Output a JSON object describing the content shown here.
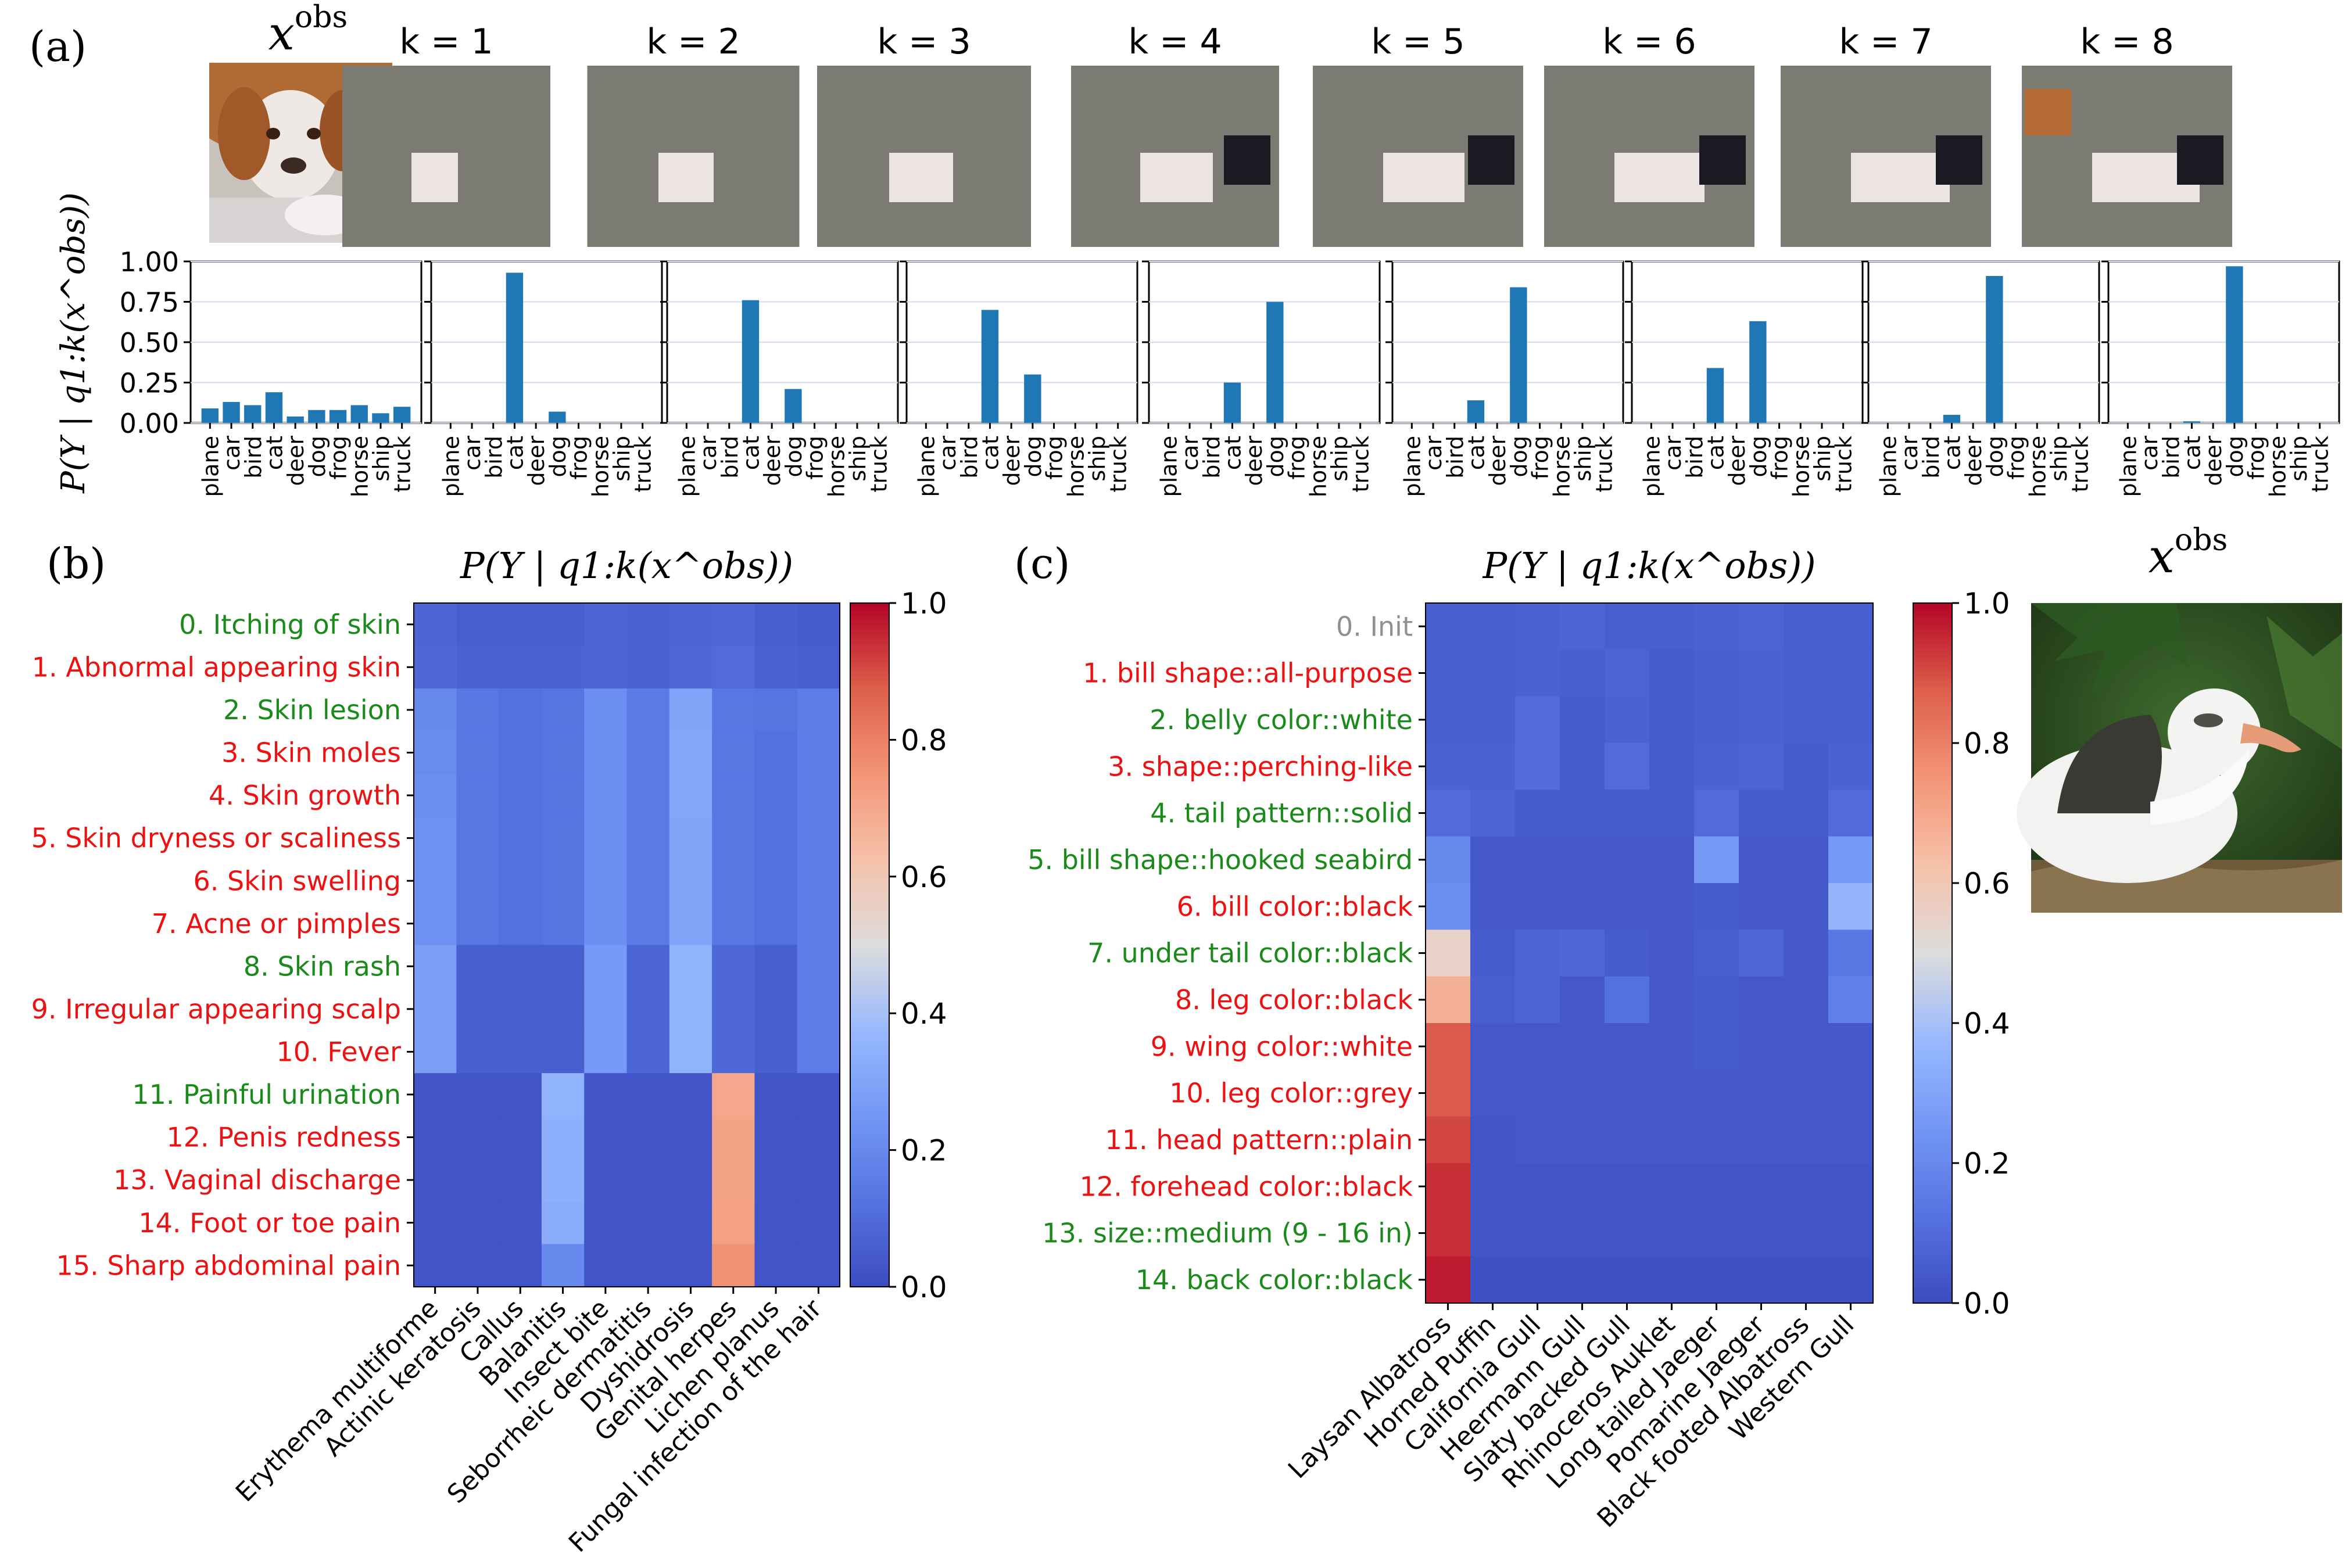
{
  "panels": {
    "a": {
      "label": "(a)"
    },
    "b": {
      "label": "(b)"
    },
    "c": {
      "label": "(c)"
    }
  },
  "colors": {
    "bar": "#1f77b4",
    "green": "#1a8a1a",
    "red": "#ee1111",
    "grey": "#909090",
    "mask": "#7b7a73"
  },
  "chart_data": [
    {
      "type": "bar",
      "panel": "a",
      "ylabel": "P(Y | q1:k(x^obs))",
      "ylim": [
        0,
        1
      ],
      "yticks": [
        "0.00",
        "0.25",
        "0.50",
        "0.75",
        "1.00"
      ],
      "categories": [
        "plane",
        "car",
        "bird",
        "cat",
        "deer",
        "dog",
        "frog",
        "horse",
        "ship",
        "truck"
      ],
      "series": [
        {
          "name": "x^obs",
          "values": [
            0.09,
            0.13,
            0.11,
            0.19,
            0.04,
            0.08,
            0.08,
            0.11,
            0.06,
            0.1
          ]
        },
        {
          "name": "k = 1",
          "values": [
            0.0,
            0.0,
            0.0,
            0.93,
            0.0,
            0.07,
            0.0,
            0.0,
            0.0,
            0.0
          ]
        },
        {
          "name": "k = 2",
          "values": [
            0.0,
            0.0,
            0.0,
            0.76,
            0.0,
            0.21,
            0.0,
            0.0,
            0.0,
            0.0
          ]
        },
        {
          "name": "k = 3",
          "values": [
            0.0,
            0.0,
            0.0,
            0.7,
            0.0,
            0.3,
            0.0,
            0.0,
            0.0,
            0.0
          ]
        },
        {
          "name": "k = 4",
          "values": [
            0.0,
            0.0,
            0.0,
            0.25,
            0.0,
            0.75,
            0.0,
            0.0,
            0.0,
            0.0
          ]
        },
        {
          "name": "k = 5",
          "values": [
            0.0,
            0.0,
            0.0,
            0.14,
            0.0,
            0.84,
            0.0,
            0.0,
            0.0,
            0.0
          ]
        },
        {
          "name": "k = 6",
          "values": [
            0.0,
            0.0,
            0.0,
            0.34,
            0.0,
            0.63,
            0.0,
            0.0,
            0.0,
            0.0
          ]
        },
        {
          "name": "k = 7",
          "values": [
            0.0,
            0.0,
            0.0,
            0.05,
            0.0,
            0.91,
            0.0,
            0.0,
            0.0,
            0.0
          ]
        },
        {
          "name": "k = 8",
          "values": [
            0.0,
            0.0,
            0.0,
            0.01,
            0.0,
            0.97,
            0.0,
            0.0,
            0.0,
            0.0
          ]
        }
      ]
    },
    {
      "type": "heatmap",
      "panel": "b",
      "title": "P(Y | q1:k(x^obs))",
      "colorbar_ticks": [
        "0.0",
        "0.2",
        "0.4",
        "0.6",
        "0.8",
        "1.0"
      ],
      "vmin": 0,
      "vmax": 1,
      "rows": [
        {
          "label": "0. Itching of skin",
          "color": "green"
        },
        {
          "label": "1. Abnormal appearing skin",
          "color": "red"
        },
        {
          "label": "2. Skin lesion",
          "color": "green"
        },
        {
          "label": "3. Skin moles",
          "color": "red"
        },
        {
          "label": "4. Skin growth",
          "color": "red"
        },
        {
          "label": "5. Skin dryness or scaliness",
          "color": "red"
        },
        {
          "label": "6. Skin swelling",
          "color": "red"
        },
        {
          "label": "7. Acne or pimples",
          "color": "red"
        },
        {
          "label": "8. Skin rash",
          "color": "green"
        },
        {
          "label": "9. Irregular appearing scalp",
          "color": "red"
        },
        {
          "label": "10. Fever",
          "color": "red"
        },
        {
          "label": "11. Painful urination",
          "color": "green"
        },
        {
          "label": "12. Penis redness",
          "color": "red"
        },
        {
          "label": "13. Vaginal discharge",
          "color": "red"
        },
        {
          "label": "14. Foot or toe pain",
          "color": "red"
        },
        {
          "label": "15. Sharp abdominal pain",
          "color": "red"
        }
      ],
      "columns": [
        "Erythema multiforme",
        "Actinic keratosis",
        "Callus",
        "Balanitis",
        "Insect bite",
        "Seborrheic dermatitis",
        "Dyshidrosis",
        "Genital herpes",
        "Lichen planus",
        "Fungal infection of the hair"
      ],
      "values": [
        [
          0.08,
          0.06,
          0.06,
          0.06,
          0.08,
          0.07,
          0.08,
          0.09,
          0.06,
          0.05
        ],
        [
          0.09,
          0.07,
          0.07,
          0.07,
          0.08,
          0.07,
          0.09,
          0.1,
          0.07,
          0.06
        ],
        [
          0.2,
          0.14,
          0.12,
          0.13,
          0.22,
          0.15,
          0.3,
          0.14,
          0.13,
          0.16
        ],
        [
          0.21,
          0.14,
          0.12,
          0.13,
          0.22,
          0.15,
          0.31,
          0.14,
          0.12,
          0.16
        ],
        [
          0.22,
          0.14,
          0.12,
          0.13,
          0.22,
          0.15,
          0.31,
          0.14,
          0.12,
          0.16
        ],
        [
          0.23,
          0.14,
          0.12,
          0.13,
          0.22,
          0.15,
          0.3,
          0.14,
          0.12,
          0.16
        ],
        [
          0.23,
          0.14,
          0.12,
          0.13,
          0.22,
          0.15,
          0.3,
          0.14,
          0.12,
          0.16
        ],
        [
          0.23,
          0.14,
          0.12,
          0.13,
          0.22,
          0.15,
          0.3,
          0.14,
          0.12,
          0.16
        ],
        [
          0.28,
          0.06,
          0.06,
          0.06,
          0.26,
          0.08,
          0.35,
          0.09,
          0.06,
          0.16
        ],
        [
          0.28,
          0.06,
          0.06,
          0.06,
          0.26,
          0.08,
          0.35,
          0.09,
          0.06,
          0.16
        ],
        [
          0.28,
          0.06,
          0.06,
          0.06,
          0.26,
          0.08,
          0.35,
          0.09,
          0.06,
          0.16
        ],
        [
          0.03,
          0.03,
          0.03,
          0.35,
          0.03,
          0.03,
          0.03,
          0.7,
          0.03,
          0.03
        ],
        [
          0.03,
          0.03,
          0.03,
          0.34,
          0.03,
          0.03,
          0.03,
          0.71,
          0.03,
          0.03
        ],
        [
          0.03,
          0.03,
          0.03,
          0.34,
          0.03,
          0.03,
          0.03,
          0.71,
          0.03,
          0.03
        ],
        [
          0.03,
          0.03,
          0.03,
          0.33,
          0.03,
          0.03,
          0.03,
          0.72,
          0.03,
          0.03
        ],
        [
          0.03,
          0.03,
          0.03,
          0.2,
          0.03,
          0.03,
          0.03,
          0.76,
          0.03,
          0.03
        ]
      ]
    },
    {
      "type": "heatmap",
      "panel": "c",
      "title": "P(Y | q1:k(x^obs))",
      "colorbar_ticks": [
        "0.0",
        "0.2",
        "0.4",
        "0.6",
        "0.8",
        "1.0"
      ],
      "vmin": 0,
      "vmax": 1,
      "rows": [
        {
          "label": "0. Init",
          "color": "grey"
        },
        {
          "label": "1. bill shape::all-purpose",
          "color": "red"
        },
        {
          "label": "2. belly color::white",
          "color": "green"
        },
        {
          "label": "3. shape::perching-like",
          "color": "red"
        },
        {
          "label": "4. tail pattern::solid",
          "color": "green"
        },
        {
          "label": "5. bill shape::hooked seabird",
          "color": "green"
        },
        {
          "label": "6. bill color::black",
          "color": "red"
        },
        {
          "label": "7. under tail color::black",
          "color": "green"
        },
        {
          "label": "8. leg color::black",
          "color": "red"
        },
        {
          "label": "9. wing color::white",
          "color": "red"
        },
        {
          "label": "10. leg color::grey",
          "color": "red"
        },
        {
          "label": "11. head pattern::plain",
          "color": "red"
        },
        {
          "label": "12. forehead color::black",
          "color": "red"
        },
        {
          "label": "13. size::medium (9 - 16 in)",
          "color": "green"
        },
        {
          "label": "14. back color::black",
          "color": "green"
        }
      ],
      "columns": [
        "Laysan Albatross",
        "Horned Puffin",
        "California Gull",
        "Heermann Gull",
        "Slaty backed Gull",
        "Rhinoceros Auklet",
        "Long tailed Jaeger",
        "Pomarine Jaeger",
        "Black footed Albatross",
        "Western Gull"
      ],
      "values": [
        [
          0.06,
          0.06,
          0.07,
          0.08,
          0.06,
          0.06,
          0.07,
          0.08,
          0.06,
          0.06
        ],
        [
          0.06,
          0.06,
          0.07,
          0.06,
          0.08,
          0.05,
          0.06,
          0.07,
          0.06,
          0.06
        ],
        [
          0.06,
          0.06,
          0.1,
          0.05,
          0.07,
          0.05,
          0.06,
          0.07,
          0.06,
          0.06
        ],
        [
          0.07,
          0.07,
          0.11,
          0.05,
          0.1,
          0.05,
          0.07,
          0.08,
          0.05,
          0.07
        ],
        [
          0.1,
          0.08,
          0.05,
          0.05,
          0.05,
          0.05,
          0.1,
          0.05,
          0.05,
          0.1
        ],
        [
          0.2,
          0.04,
          0.04,
          0.04,
          0.04,
          0.04,
          0.26,
          0.04,
          0.04,
          0.26
        ],
        [
          0.22,
          0.04,
          0.04,
          0.04,
          0.04,
          0.04,
          0.05,
          0.04,
          0.04,
          0.36
        ],
        [
          0.55,
          0.05,
          0.08,
          0.09,
          0.05,
          0.04,
          0.06,
          0.09,
          0.04,
          0.14
        ],
        [
          0.67,
          0.06,
          0.08,
          0.04,
          0.12,
          0.04,
          0.05,
          0.04,
          0.04,
          0.17
        ],
        [
          0.88,
          0.04,
          0.04,
          0.04,
          0.04,
          0.04,
          0.05,
          0.04,
          0.04,
          0.04
        ],
        [
          0.88,
          0.04,
          0.04,
          0.04,
          0.04,
          0.04,
          0.04,
          0.04,
          0.04,
          0.04
        ],
        [
          0.91,
          0.03,
          0.04,
          0.04,
          0.04,
          0.04,
          0.04,
          0.04,
          0.04,
          0.04
        ],
        [
          0.94,
          0.03,
          0.03,
          0.03,
          0.03,
          0.03,
          0.03,
          0.03,
          0.03,
          0.03
        ],
        [
          0.94,
          0.03,
          0.03,
          0.03,
          0.03,
          0.03,
          0.03,
          0.03,
          0.03,
          0.03
        ],
        [
          0.97,
          0.02,
          0.02,
          0.02,
          0.02,
          0.02,
          0.02,
          0.02,
          0.02,
          0.02
        ]
      ]
    }
  ]
}
